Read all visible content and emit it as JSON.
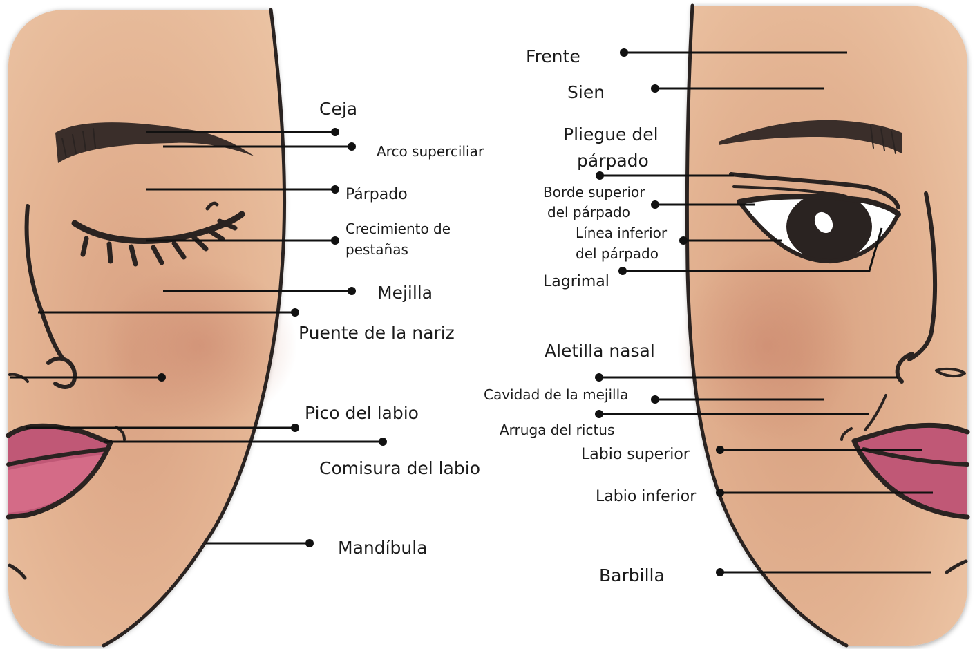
{
  "left_face": {
    "labels": {
      "ceja": "Ceja",
      "arco": "Arco superciliar",
      "parpado": "Párpado",
      "crecimiento_1": "Crecimiento de",
      "crecimiento_2": "pestañas",
      "mejilla": "Mejilla",
      "puente": "Puente de la nariz",
      "pico": "Pico del labio",
      "comisura": "Comisura del labio",
      "mandibula": "Mandíbula"
    }
  },
  "right_face": {
    "labels": {
      "frente": "Frente",
      "sien": "Sien",
      "pliegue_1": "Pliegue del",
      "pliegue_2": "párpado",
      "borde_1": "Borde superior",
      "borde_2": "del párpado",
      "linea_1": "Línea inferior",
      "linea_2": "del párpado",
      "lagrimal": "Lagrimal",
      "aletilla": "Aletilla nasal",
      "cavidad": "Cavidad de la mejilla",
      "arruga": "Arruga del rictus",
      "labio_sup": "Labio superior",
      "labio_inf": "Labio inferior",
      "barbilla": "Barbilla"
    }
  },
  "colors": {
    "skin": "#e2b08e",
    "skin_dark": "#cf9878",
    "lip": "#c55f7a",
    "ink": "#2a2321"
  }
}
